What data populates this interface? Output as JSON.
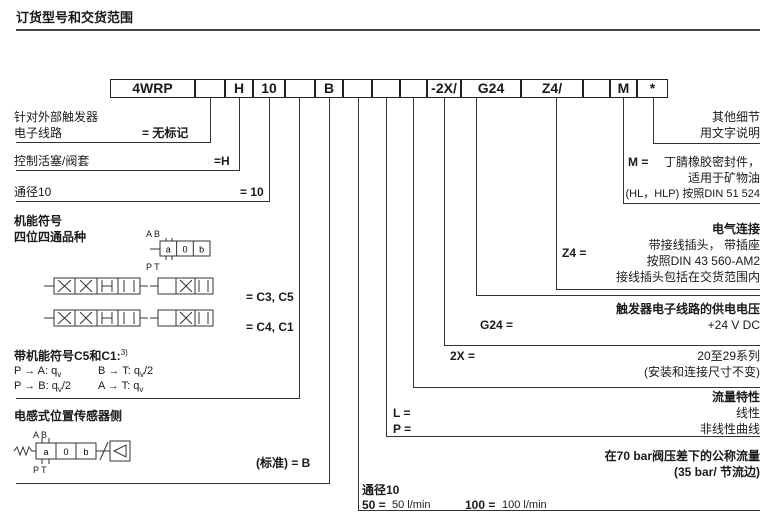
{
  "header": {
    "title": "订货型号和交货范围"
  },
  "code": {
    "c1": "4WRP",
    "c3": "H",
    "c4": "10",
    "c6": "B",
    "c9": "-2X/",
    "c10": "G24",
    "c11": "Z4/",
    "c13": "M",
    "c14": "*"
  },
  "left": {
    "external_1": "针对外部触发器",
    "external_2": "电子线路",
    "external_val": "= 无标记",
    "control": "控制活塞/阀套",
    "control_val": "=H",
    "size": "通径10",
    "size_val": "= 10",
    "symbol_title_1": "机能符号",
    "symbol_title_2": "四位四通品种",
    "sym_ab": "A B",
    "sym_pt": "P T",
    "sym_a": "a",
    "sym_0": "0",
    "sym_b": "b",
    "c3c5": "= C3, C5",
    "c4c1": "= C4, C1",
    "with_symbol": "带机能符号C5和C1:",
    "with_symbol_sup": "3)",
    "flow_pa": "P → A: q",
    "flow_pa_sub": "v",
    "flow_bt": "B → T: q",
    "flow_bt_sub": "v",
    "flow_bt_tail": "/2",
    "flow_pb": "P → B: q",
    "flow_pb_sub": "v",
    "flow_pb_tail": "/2",
    "flow_at": "A → T: q",
    "flow_at_sub": "v",
    "inductive": "电感式位置传感器侧",
    "standard_val": "(标准) = B"
  },
  "right": {
    "other_1": "其他细节",
    "other_2": "用文字说明",
    "m_key": "M =",
    "m_1": "丁腈橡胶密封件，",
    "m_2": "适用于矿物油",
    "m_3": "(HL，HLP) 按照DIN 51 524",
    "elec_title": "电气连接",
    "z4_key": "Z4 =",
    "z4_1": "带接线插头，   带插座",
    "z4_2": "按照DIN 43 560-AM2",
    "z4_3": "接线插头包括在交货范围内",
    "supply_title": "触发器电子线路的供电电压",
    "g24_key": "G24 =",
    "g24_val": "+24 V DC",
    "x2_key": "2X =",
    "x2_1": "20至29系列",
    "x2_2": "(安装和连接尺寸不变)",
    "flow_title": "流量特性",
    "l_key": "L =",
    "l_val": "线性",
    "p_key": "P =",
    "p_val": "非线性曲线",
    "nominal_1": "在70 bar阀压差下的公称流量",
    "nominal_2": "(35 bar/ 节流边)"
  },
  "bottom": {
    "size_title": "通径10",
    "v50_key": "50 =",
    "v50": "50 l/min",
    "v100_key": "100 =",
    "v100": "100 l/min"
  }
}
